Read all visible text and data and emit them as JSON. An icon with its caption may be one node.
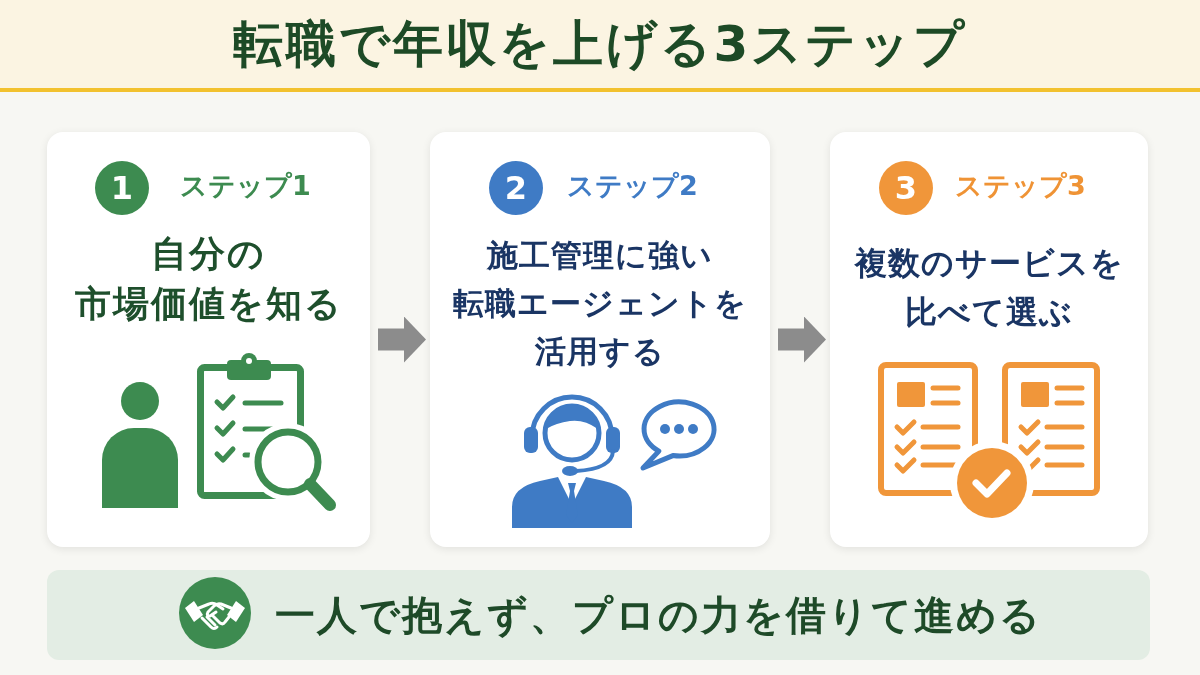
{
  "diagram": {
    "title": "転職で年収を上げる3ステップ",
    "nodes": [
      {
        "text": [
          "ステップ1",
          "自分の市場価値を知る"
        ]
      },
      {
        "text": [
          "1"
        ],
        "in": 0
      },
      {
        "text": [
          "ステップ2",
          "施工管理に強い転職エージェントを活用する"
        ]
      },
      {
        "text": [
          "2"
        ],
        "in": 2
      },
      {
        "text": [
          "ステップ3",
          "複数のサービスを比べて選ぶ"
        ]
      },
      {
        "text": [
          "3"
        ],
        "in": 4
      },
      {
        "text": [
          "一人で抱えず、プロの力を借りて進める"
        ]
      }
    ],
    "edges": [
      {
        "from": 0,
        "to": 2,
        "arrow": "to"
      },
      {
        "from": 2,
        "to": 4,
        "arrow": "to"
      }
    ]
  }
}
